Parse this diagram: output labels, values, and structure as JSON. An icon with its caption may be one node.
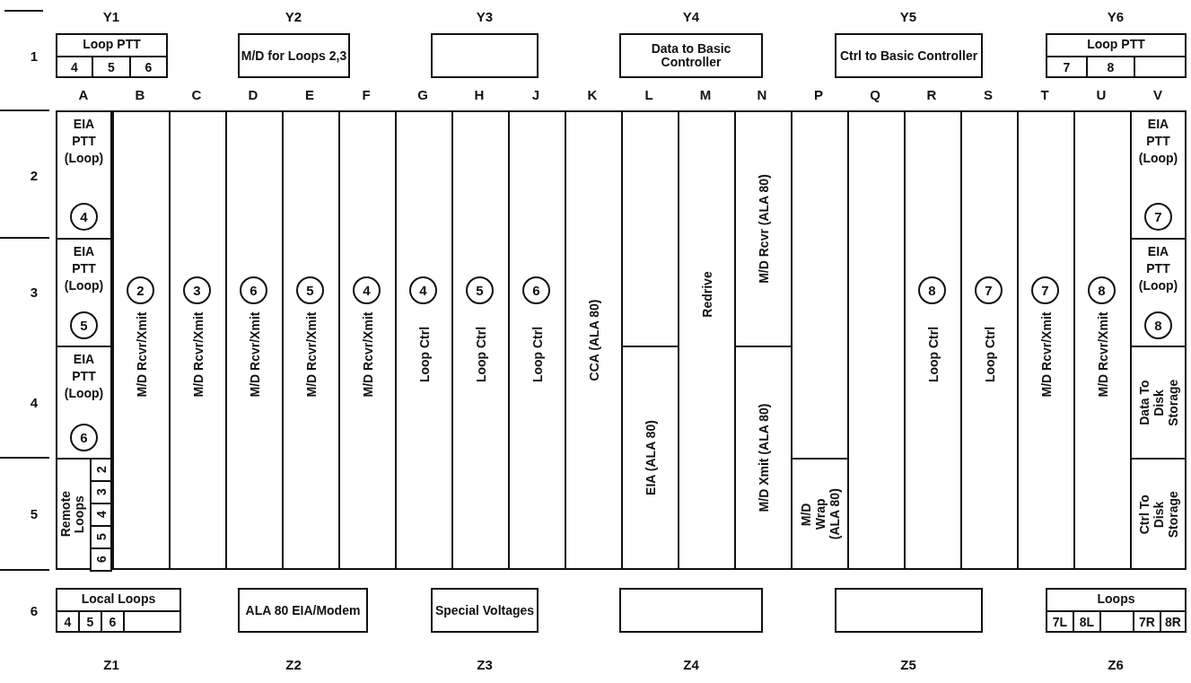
{
  "diagram": {
    "nodes": [
      {
        "text": [
          "Loop PTT"
        ]
      },
      {
        "text": [
          "4"
        ],
        "in": 0
      },
      {
        "text": [
          "5"
        ],
        "in": 0
      },
      {
        "text": [
          "6"
        ],
        "in": 0
      },
      {
        "text": [
          "M/D for Loops 2,3"
        ]
      },
      {
        "text": [],
        "shape": "box"
      },
      {
        "text": [
          "Data to Basic Controller"
        ]
      },
      {
        "text": [
          "Ctrl to Basic Controller"
        ]
      },
      {
        "text": [
          "Loop PTT"
        ]
      },
      {
        "text": [
          "7"
        ],
        "in": 8
      },
      {
        "text": [
          "8"
        ],
        "in": 8
      },
      {
        "text": [],
        "shape": "box",
        "in": 8
      },
      {
        "text": [
          "EIA PTT (Loop)"
        ]
      },
      {
        "text": [
          "4"
        ],
        "in": 12
      },
      {
        "text": [
          "EIA PTT (Loop)"
        ]
      },
      {
        "text": [
          "5"
        ],
        "in": 14
      },
      {
        "text": [
          "EIA PTT (Loop)"
        ]
      },
      {
        "text": [
          "6"
        ],
        "in": 16
      },
      {
        "text": [
          "Remote Loops"
        ]
      },
      {
        "text": [
          "2"
        ],
        "in": 18
      },
      {
        "text": [
          "3"
        ],
        "in": 18
      },
      {
        "text": [
          "4"
        ],
        "in": 18
      },
      {
        "text": [
          "5"
        ],
        "in": 18
      },
      {
        "text": [
          "6"
        ],
        "in": 18
      },
      {
        "text": [
          "M/D Rcvr/Xmit"
        ]
      },
      {
        "text": [
          "2"
        ],
        "in": 24
      },
      {
        "text": [
          "M/D Rcvr/Xmit"
        ]
      },
      {
        "text": [
          "3"
        ],
        "in": 26
      },
      {
        "text": [
          "M/D Rcvr/Xmit"
        ]
      },
      {
        "text": [
          "6"
        ],
        "in": 28
      },
      {
        "text": [
          "M/D Rcvr/Xmit"
        ]
      },
      {
        "text": [
          "5"
        ],
        "in": 30
      },
      {
        "text": [
          "M/D Rcvr/Xmit"
        ]
      },
      {
        "text": [
          "4"
        ],
        "in": 32
      },
      {
        "text": [
          "Loop Ctrl"
        ]
      },
      {
        "text": [
          "4"
        ],
        "in": 34
      },
      {
        "text": [
          "Loop Ctrl"
        ]
      },
      {
        "text": [
          "5"
        ],
        "in": 36
      },
      {
        "text": [
          "Loop Ctrl"
        ]
      },
      {
        "text": [
          "6"
        ],
        "in": 38
      },
      {
        "text": [
          "CCA (ALA 80)"
        ]
      },
      {
        "text": [],
        "shape": "box"
      },
      {
        "text": [
          "EIA (ALA 80)"
        ]
      },
      {
        "text": [
          "Redrive"
        ]
      },
      {
        "text": [
          "M/D Rcvr (ALA 80)"
        ]
      },
      {
        "text": [
          "M/D Xmit (ALA 80)"
        ]
      },
      {
        "text": [],
        "shape": "box"
      },
      {
        "text": [
          "M/D Wrap (ALA 80)"
        ]
      },
      {
        "text": [],
        "shape": "box"
      },
      {
        "text": [
          "Loop Ctrl"
        ]
      },
      {
        "text": [
          "8"
        ],
        "in": 49
      },
      {
        "text": [
          "Loop Ctrl"
        ]
      },
      {
        "text": [
          "7"
        ],
        "in": 51
      },
      {
        "text": [
          "M/D Rcvr/Xmit"
        ]
      },
      {
        "text": [
          "7"
        ],
        "in": 53
      },
      {
        "text": [
          "M/D Rcvr/Xmit"
        ]
      },
      {
        "text": [
          "8"
        ],
        "in": 55
      },
      {
        "text": [
          "EIA PTT (Loop)"
        ]
      },
      {
        "text": [
          "7"
        ],
        "in": 57
      },
      {
        "text": [
          "EIA PTT (Loop)"
        ]
      },
      {
        "text": [
          "8"
        ],
        "in": 59
      },
      {
        "text": [
          "Data To Disk Storage"
        ]
      },
      {
        "text": [
          "Ctrl To Disk Storage"
        ]
      },
      {
        "text": [
          "Local Loops"
        ]
      },
      {
        "text": [
          "4"
        ],
        "in": 63
      },
      {
        "text": [
          "5"
        ],
        "in": 63
      },
      {
        "text": [
          "6"
        ],
        "in": 63
      },
      {
        "text": [],
        "shape": "box",
        "in": 63
      },
      {
        "text": [
          "ALA 80 EIA/Modem"
        ]
      },
      {
        "text": [
          "Special Voltages"
        ]
      },
      {
        "text": [],
        "shape": "box"
      },
      {
        "text": [],
        "shape": "box"
      },
      {
        "text": [
          "Loops"
        ]
      },
      {
        "text": [
          "7L"
        ],
        "in": 72
      },
      {
        "text": [
          "8L"
        ],
        "in": 72
      },
      {
        "text": [],
        "shape": "box",
        "in": 72
      },
      {
        "text": [
          "7R"
        ],
        "in": 72
      },
      {
        "text": [
          "8R"
        ],
        "in": 72
      }
    ],
    "labels": [
      "Y1",
      "Y2",
      "Y3",
      "Y4",
      "Y5",
      "Y6",
      "1",
      "A",
      "B",
      "C",
      "D",
      "E",
      "F",
      "G",
      "H",
      "J",
      "K",
      "L",
      "M",
      "N",
      "P",
      "Q",
      "R",
      "S",
      "T",
      "U",
      "V",
      "2",
      "3",
      "4",
      "5",
      "6",
      "Z1",
      "Z2",
      "Z3",
      "Z4",
      "Z5",
      "Z6"
    ]
  }
}
